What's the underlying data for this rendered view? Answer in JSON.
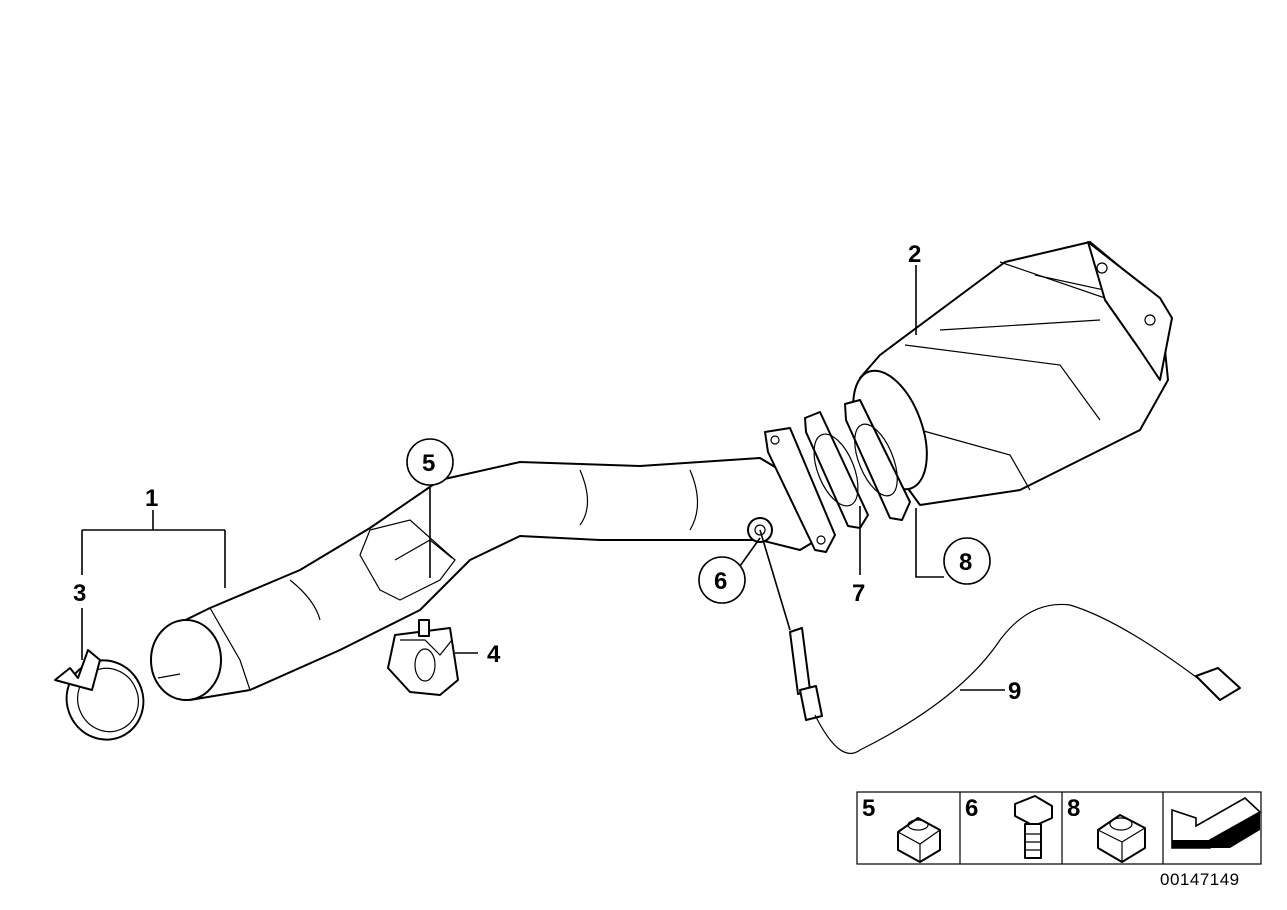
{
  "callouts": {
    "c1": "1",
    "c2": "2",
    "c3": "3",
    "c4": "4",
    "c5": "5",
    "c6": "6",
    "c7": "7",
    "c8": "8",
    "c9": "9"
  },
  "legend": {
    "cell5": "5",
    "cell6": "6",
    "cell8": "8"
  },
  "document_id": "00147149",
  "icons": [
    "hex-nut-icon",
    "hex-bolt-icon",
    "hex-nut-icon",
    "arrow-icon"
  ]
}
